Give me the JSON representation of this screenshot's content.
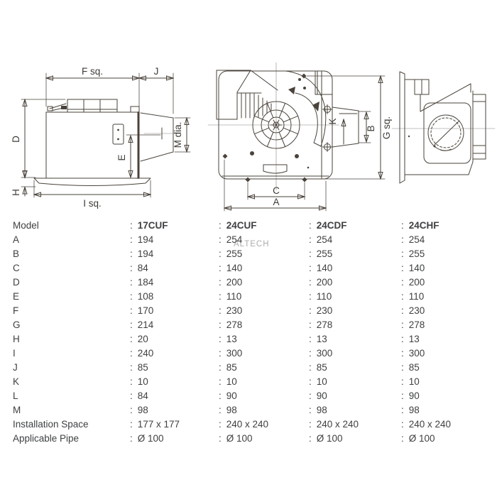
{
  "watermark": "ALTECH",
  "diagrams": {
    "side_view": {
      "f_label": "F sq.",
      "j_label": "J",
      "d_label": "D",
      "e_label": "E",
      "h_label": "H",
      "i_label": "I sq.",
      "m_label": "M dia."
    },
    "bottom_view": {
      "c_label": "C",
      "a_label": "A",
      "k_label": "K",
      "b_label": "B",
      "g_label": "G sq."
    }
  },
  "table": {
    "colon": ":",
    "rows": [
      {
        "label": "Model",
        "values": [
          "17CUF",
          "24CUF",
          "24CDF",
          "24CHF"
        ]
      },
      {
        "label": "A",
        "values": [
          "194",
          "254",
          "254",
          "254"
        ]
      },
      {
        "label": "B",
        "values": [
          "194",
          "255",
          "255",
          "255"
        ]
      },
      {
        "label": "C",
        "values": [
          "84",
          "140",
          "140",
          "140"
        ]
      },
      {
        "label": "D",
        "values": [
          "184",
          "200",
          "200",
          "200"
        ]
      },
      {
        "label": "E",
        "values": [
          "108",
          "110",
          "110",
          "110"
        ]
      },
      {
        "label": "F",
        "values": [
          "170",
          "230",
          "230",
          "230"
        ]
      },
      {
        "label": "G",
        "values": [
          "214",
          "278",
          "278",
          "278"
        ]
      },
      {
        "label": "H",
        "values": [
          "20",
          "13",
          "13",
          "13"
        ]
      },
      {
        "label": "I",
        "values": [
          "240",
          "300",
          "300",
          "300"
        ]
      },
      {
        "label": "J",
        "values": [
          "85",
          "85",
          "85",
          "85"
        ]
      },
      {
        "label": "K",
        "values": [
          "10",
          "10",
          "10",
          "10"
        ]
      },
      {
        "label": "L",
        "values": [
          "84",
          "90",
          "90",
          "90"
        ]
      },
      {
        "label": "M",
        "values": [
          "98",
          "98",
          "98",
          "98"
        ]
      },
      {
        "label": "Installation Space",
        "values": [
          "177 x 177",
          "240 x 240",
          "240 x 240",
          "240 x 240"
        ]
      },
      {
        "label": "Applicable Pipe",
        "values": [
          "Ø 100",
          "Ø 100",
          "Ø 100",
          "Ø 100"
        ]
      }
    ]
  }
}
